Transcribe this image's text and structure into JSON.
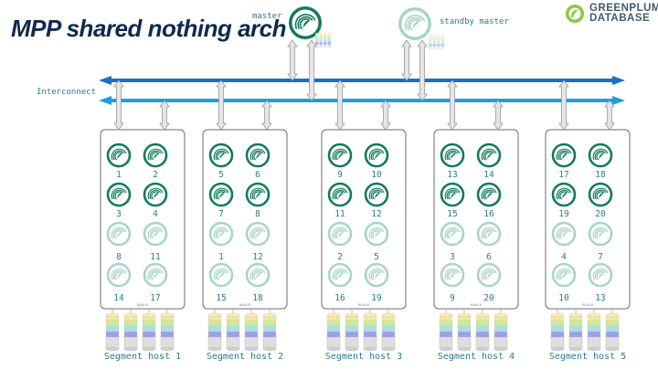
{
  "title": "MPP shared nothing arch",
  "master_label": "master",
  "standby_label": "standby master",
  "interconnect_label": "Interconnect",
  "logo": {
    "line1": "GREENPLUM",
    "line2": "DATABASE",
    "icon": "greenplum-logo-icon"
  },
  "colors": {
    "primary_green": "#127a5c",
    "mirror_green": "#a9d4c8",
    "interconnect_dark": "#1f6fbf",
    "interconnect_light": "#1aa0e0",
    "title": "#0f2a4e",
    "label": "#2b7c8c"
  },
  "raid_label": "RAID 6",
  "hosts": [
    {
      "label": "Segment host 1",
      "primaries": [
        "1",
        "2",
        "3",
        "4"
      ],
      "mirrors": [
        "8",
        "11",
        "14",
        "17"
      ]
    },
    {
      "label": "Segment host 2",
      "primaries": [
        "5",
        "6",
        "7",
        "8"
      ],
      "mirrors": [
        "1",
        "12",
        "15",
        "18"
      ]
    },
    {
      "label": "Segment host 3",
      "primaries": [
        "9",
        "10",
        "11",
        "12"
      ],
      "mirrors": [
        "2",
        "5",
        "16",
        "19"
      ]
    },
    {
      "label": "Segment host 4",
      "primaries": [
        "13",
        "14",
        "15",
        "16"
      ],
      "mirrors": [
        "3",
        "6",
        "9",
        "20"
      ]
    },
    {
      "label": "Segment host 5",
      "primaries": [
        "17",
        "18",
        "19",
        "20"
      ],
      "mirrors": [
        "4",
        "7",
        "10",
        "13"
      ]
    }
  ]
}
